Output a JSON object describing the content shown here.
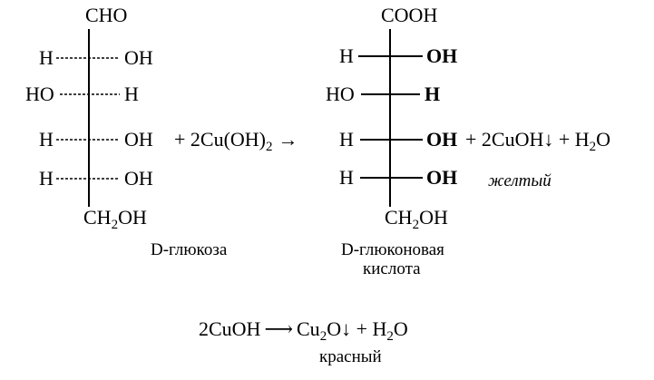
{
  "glucose": {
    "top": "CHO",
    "rows": [
      {
        "left": "H",
        "right": "OH"
      },
      {
        "left": "HO",
        "right": "H"
      },
      {
        "left": "H",
        "right": "OH"
      },
      {
        "left": "H",
        "right": "OH"
      }
    ],
    "bottom": {
      "main": "CH",
      "sub": "2",
      "tail": "OH"
    },
    "caption": "D-глюкоза"
  },
  "reagent": {
    "text": "+ 2Cu(OH)",
    "sub": "2",
    "arrow": "→"
  },
  "gluconic_acid": {
    "top": "COOH",
    "rows": [
      {
        "left": "H",
        "right": "OH"
      },
      {
        "left": "HO",
        "right": "H"
      },
      {
        "left": "H",
        "right": "OH"
      },
      {
        "left": "H",
        "right": "OH"
      }
    ],
    "bottom": {
      "main": "CH",
      "sub": "2",
      "tail": "OH"
    },
    "caption_line1": "D-глюконовая",
    "caption_line2": "кислота"
  },
  "products": {
    "text": "+ 2CuOH↓ + H",
    "sub": "2",
    "tail": "O",
    "note": "желтый"
  },
  "second_reaction": {
    "reactant": "2CuOH",
    "arrow": "⟶",
    "product_main": "Cu",
    "product_sub": "2",
    "product_tail": "O↓ + H",
    "water_sub": "2",
    "water_tail": "O",
    "note": "красный"
  }
}
